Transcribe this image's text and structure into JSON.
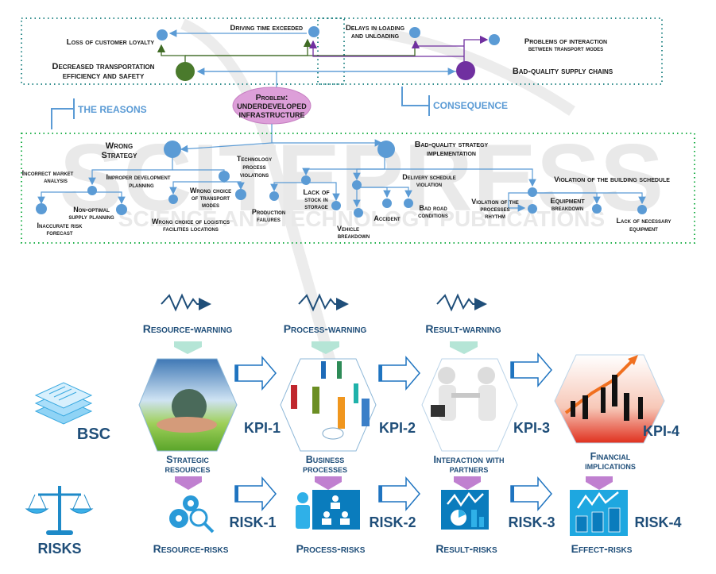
{
  "watermark": {
    "text_top": "SCITEPRESS",
    "text_bottom": "SCIENCE AND TECHNOLOGY PUBLICATIONS"
  },
  "colors": {
    "node_blue": "#5b9bd5",
    "line_blue": "#5b9bd5",
    "green_node": "#4a7a2c",
    "purple_node": "#7030a0",
    "problem_fill": "#dd9fd9",
    "dotted_top": "#2e8b8b",
    "dotted_bottom": "#22b14c",
    "warning_arrow": "#b5e5d6",
    "risk_arrow": "#c080d0",
    "dark_blue_text": "#1f4e79"
  },
  "consequences": {
    "loss_of_customer_loyalty": "Loss of customer loyalty",
    "driving_time_exceeded": "Driving time exceeded",
    "delays_loading_1": "Delays in loading",
    "delays_loading_2": "and unloading",
    "problems_interaction_1": "Problems of interaction",
    "problems_interaction_2": "between transport modes",
    "decreased_efficiency_1": "Decreased transportation",
    "decreased_efficiency_2": "efficiency and safety",
    "bad_supply_chains": "Bad-quality  supply chains"
  },
  "problem": {
    "line1": "Problem:",
    "line2": "underdeveloped",
    "line3": "infrastructure"
  },
  "section_labels": {
    "reasons": "THE REASONS",
    "consequence": "CONSEQUENCE"
  },
  "reasons": {
    "wrong_strategy_1": "Wrong",
    "wrong_strategy_2": "Strategy",
    "bad_impl_1": "Bad-quality strategy",
    "bad_impl_2": "implementation",
    "incorrect_market_1": "Incorrect market",
    "incorrect_market_2": "analysis",
    "improper_dev_1": "Improper development",
    "improper_dev_2": "planning",
    "tech_process_1": "Technology",
    "tech_process_2": "process",
    "tech_process_3": "violations",
    "wrong_transport_1": "Wrong choice",
    "wrong_transport_2": "of transport",
    "wrong_transport_3": "modes",
    "non_optimal_1": "Non-optimal",
    "non_optimal_2": "supply planning",
    "inaccurate_1": "Inaccurate risk",
    "inaccurate_2": "forecast",
    "wrong_logistics_1": "Wrong choice of logistics",
    "wrong_logistics_2": "facilities locations",
    "production_1": "Production",
    "production_2": "failures",
    "lack_stock_1": "Lack of",
    "lack_stock_2": "stock in",
    "lack_stock_3": "storage",
    "delivery_1": "Delivery schedule",
    "delivery_2": "violation",
    "vehicle_1": "Vehicle",
    "vehicle_2": "breakdown",
    "accident": "Accident",
    "bad_road_1": "Bad road",
    "bad_road_2": "conditions",
    "building_schedule": "Violation of the building schedule",
    "rhythm_1": "Violation of the",
    "rhythm_2": "processes",
    "rhythm_3": "rhythm",
    "equipment_1": "Equipment",
    "equipment_2": "breakdown",
    "lack_equipment_1": "Lack of necessary",
    "lack_equipment_2": "equipment"
  },
  "bsc_label": "BSC",
  "risks_label": "RISKS",
  "stages": [
    {
      "warning": "Resource-warning",
      "name_1": "Strategic",
      "name_2": "resources",
      "kpi": "KPI-1",
      "risk": "RISK-1",
      "risk_name": "Resource-risks",
      "image": "hands-globe-image",
      "risk_icon": "gears-magnifier-icon"
    },
    {
      "warning": "Process-warning",
      "name_1": "Business",
      "name_2": "processes",
      "kpi": "KPI-2",
      "risk": "RISK-2",
      "risk_name": "Process-risks",
      "image": "business-people-flowchart-image",
      "risk_icon": "people-org-icon"
    },
    {
      "warning": "Result-warning",
      "name_1": "Interaction with",
      "name_2": "partners",
      "kpi": "KPI-3",
      "risk": "RISK-3",
      "risk_name": "Result-risks",
      "image": "handshake-image",
      "risk_icon": "pie-chart-trend-icon"
    },
    {
      "warning": "",
      "name_1": "Financial",
      "name_2": "implications",
      "kpi": "KPI-4",
      "risk": "RISK-4",
      "risk_name": "Effect-risks",
      "image": "financial-growth-image",
      "risk_icon": "bar-chart-trend-icon"
    }
  ]
}
